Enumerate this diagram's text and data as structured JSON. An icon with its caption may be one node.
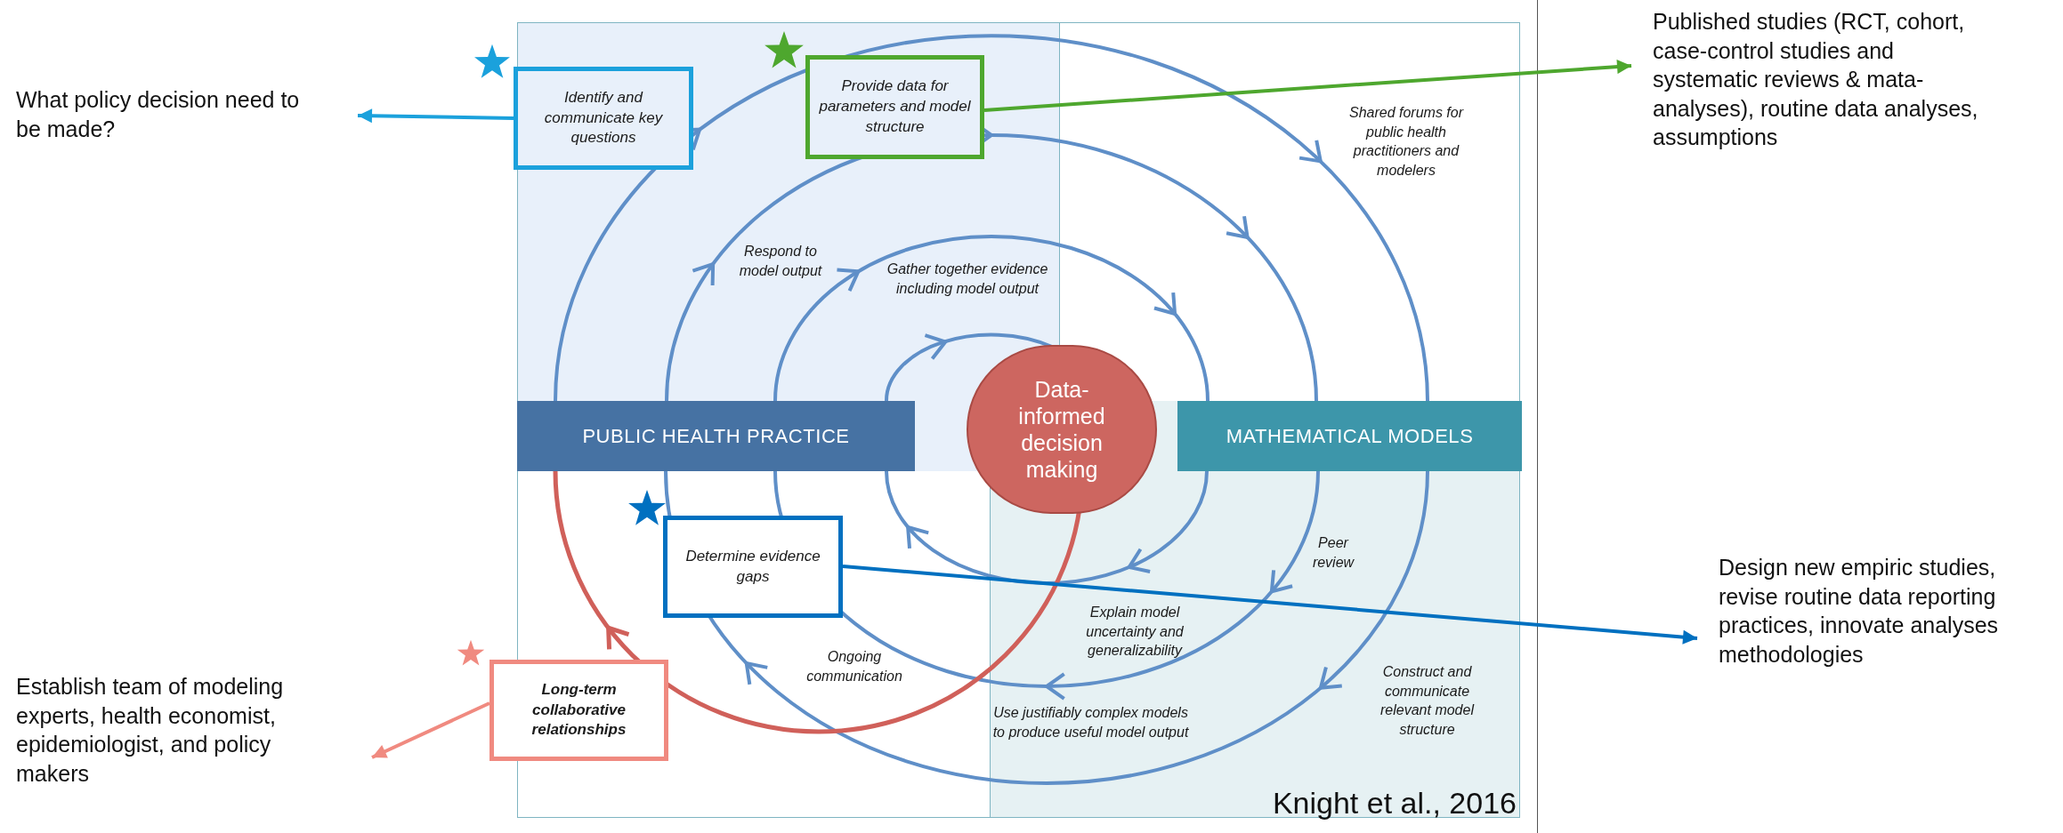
{
  "diagram": {
    "nodes": [
      {
        "text": [
          "What policy decision need to be made?"
        ]
      },
      {
        "text": [
          "Identify and communicate key questions"
        ]
      },
      {
        "text": [
          "Provide data for parameters and model structure"
        ]
      },
      {
        "text": [
          "Published studies (RCT, cohort, case-control studies and systematic reviews & mata-analyses), routine data analyses, assumptions"
        ]
      },
      {
        "text": [
          "PUBLIC HEALTH PRACTICE"
        ]
      },
      {
        "text": [
          "Data- informed decision making"
        ]
      },
      {
        "text": [
          "MATHEMATICAL MODELS"
        ]
      },
      {
        "text": [
          "Determine evidence gaps"
        ]
      },
      {
        "text": [
          "Design new empiric studies, revise routine data reporting practices, innovate analyses methodologies"
        ]
      },
      {
        "text": [
          "Long-term collaborative relationships"
        ]
      },
      {
        "text": [
          "Establish team of modeling experts, health economist, epidemiologist, and policy makers"
        ]
      }
    ],
    "edges": [
      {
        "from": 1,
        "to": 0,
        "arrow": "to",
        "color": "#1ba1dc"
      },
      {
        "from": 2,
        "to": 3,
        "arrow": "to",
        "color": "#4ea72e"
      },
      {
        "from": 7,
        "to": 8,
        "arrow": "to",
        "color": "#0070c0"
      },
      {
        "from": 9,
        "to": 10,
        "arrow": "to",
        "color": "#f08a80"
      }
    ],
    "labels": [
      "Shared forums for public health practitioners and modelers",
      "Respond to model output",
      "Gather together evidence including model output",
      "Peer review",
      "Explain model uncertainty and generalizability",
      "Ongoing communication",
      "Construct and communicate relevant model structure",
      "Use justifiably complex models to produce useful model output",
      "Knight et al., 2016"
    ]
  }
}
